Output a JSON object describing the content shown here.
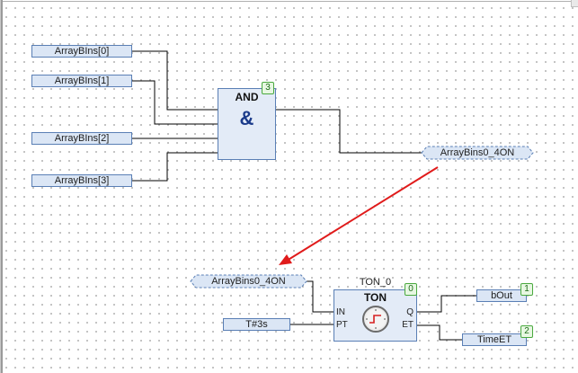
{
  "inputs": [
    {
      "label": "ArrayBIns[0]"
    },
    {
      "label": "ArrayBIns[1]"
    },
    {
      "label": "ArrayBIns[2]"
    },
    {
      "label": "ArrayBIns[3]"
    }
  ],
  "and_block": {
    "title": "AND",
    "symbol": "&",
    "exec_order": "3"
  },
  "connector_out": {
    "label": "ArrayBins0_4ON"
  },
  "connector_in": {
    "label": "ArrayBins0_4ON"
  },
  "ton_block": {
    "instance": "TON_0",
    "title": "TON",
    "exec_order": "0",
    "pins": {
      "in": "IN",
      "pt": "PT",
      "q": "Q",
      "et": "ET"
    },
    "icon": "timer-clock-icon"
  },
  "pt_value": "T#3s",
  "outputs": [
    {
      "label": "bOut",
      "exec_order": "1"
    },
    {
      "label": "TimeET",
      "exec_order": "2"
    }
  ],
  "colors": {
    "wire": "#000000",
    "arrow": "#e01b1b",
    "block_fill": "#e3ebf7",
    "block_border": "#5a7fb5",
    "badge_border": "#4aa93f"
  }
}
